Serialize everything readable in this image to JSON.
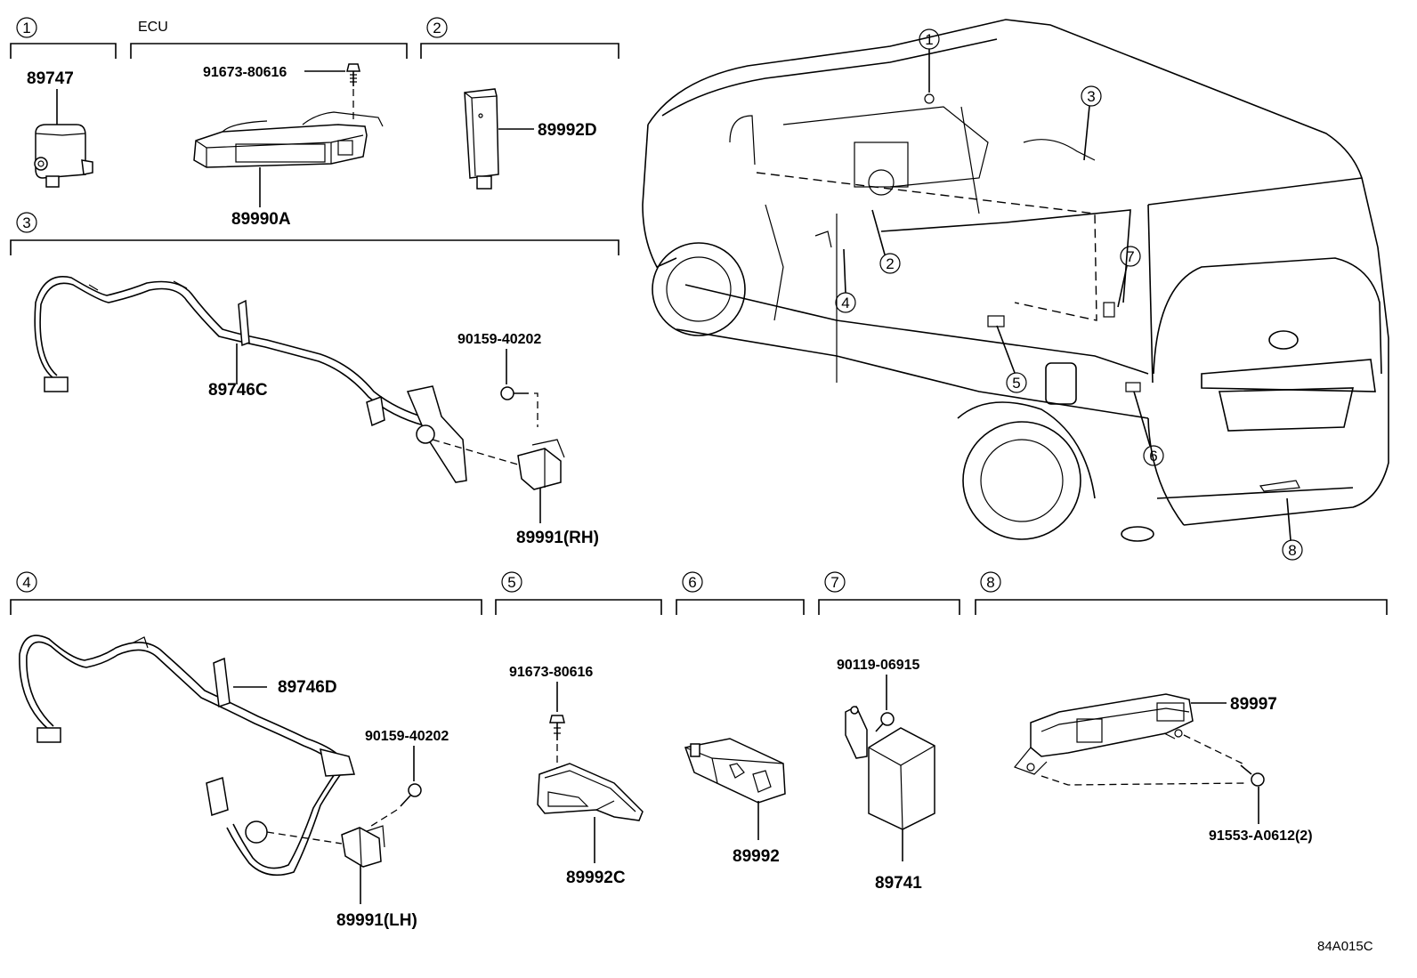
{
  "diagram": {
    "ecu_label": "ECU",
    "figure_code": "84A015C",
    "sections": [
      "1",
      "2",
      "3",
      "4",
      "5",
      "6",
      "7",
      "8"
    ],
    "vehicle_callouts": [
      "1",
      "2",
      "3",
      "4",
      "5",
      "6",
      "7",
      "8"
    ],
    "parts": {
      "s1_sensor": "89747",
      "ecu_bolt": "91673-80616",
      "ecu_unit": "89990A",
      "s2_module": "89992D",
      "s3_harness": "89746C",
      "s3_bolt": "90159-40202",
      "s3_sensor": "89991(RH)",
      "s4_harness": "89746D",
      "s4_bolt": "90159-40202",
      "s4_sensor": "89991(LH)",
      "s5_bolt": "91673-80616",
      "s5_bracket": "89992C",
      "s6_antenna": "89992",
      "s7_bolt": "90119-06915",
      "s7_unit": "89741",
      "s8_unit": "89997",
      "s8_bolt": "91553-A0612(2)"
    }
  }
}
